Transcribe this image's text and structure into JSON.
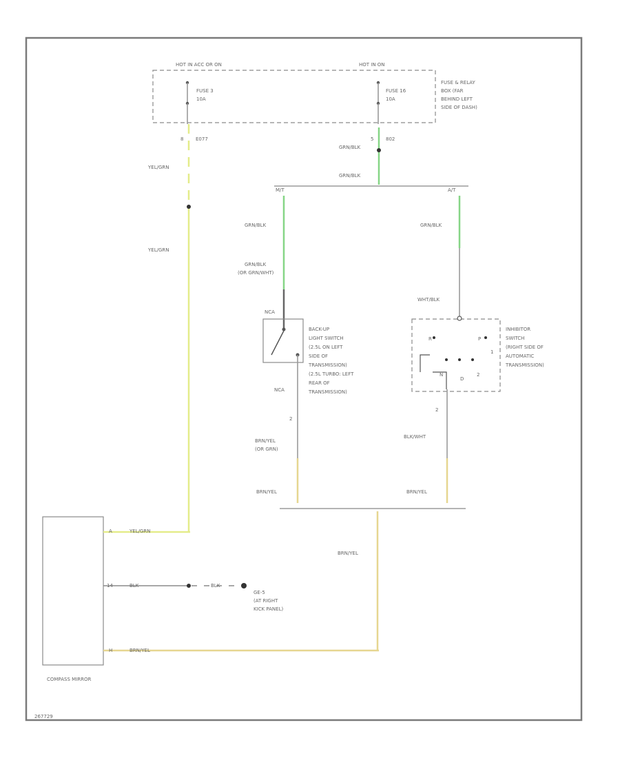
{
  "colors": {
    "yellow_green": "#e4ec8a",
    "green": "#86d586",
    "tan": "#e6d690",
    "gray": "#9a9a9a"
  },
  "fuse_box": {
    "left_source": "HOT IN ACC OR ON",
    "right_source": "HOT IN ON",
    "fuse_left": "FUSE 3",
    "fuse_left_amp": "10A",
    "fuse_right": "FUSE 16",
    "fuse_right_amp": "10A",
    "location": [
      "FUSE & RELAY",
      "BOX (FAR",
      "BEHIND LEFT",
      "SIDE OF DASH)"
    ]
  },
  "left_circuit": {
    "pin": "8",
    "circuit_no": "E077",
    "wire_color_1": "YEL/GRN",
    "wire_color_2": "YEL/GRN"
  },
  "right_circuit": {
    "pin": "5",
    "circuit_no": "802",
    "wire_upper": "GRN/BLK",
    "wire_split": "GRN/BLK",
    "branch_left_tag": "M/T",
    "branch_right_tag": "A/T",
    "left_wire": "GRN/BLK",
    "left_wire_alt_1": "GRN/BLK",
    "left_wire_alt_2": "(OR GRN/WHT)",
    "right_wire": "GRN/BLK",
    "right_wire_lower": "WHT/BLK"
  },
  "backup_switch": {
    "pin_top": "NCA",
    "pin_bottom": "NCA",
    "label": [
      "BACK-UP",
      "LIGHT SWITCH",
      "(2.5L ON LEFT",
      "SIDE OF",
      "TRANSMISSION)",
      "(2.5L TURBO: LEFT",
      "REAR OF",
      "TRANSMISSION)"
    ],
    "pin2": "2",
    "wire_out": "BRN/YEL",
    "wire_out_alt": "(OR GRN)",
    "wire_out_2": "BRN/YEL"
  },
  "inhibitor_switch": {
    "label": [
      "INHIBITOR",
      "SWITCH",
      "(RIGHT SIDE OF",
      "AUTOMATIC",
      "TRANSMISSION)"
    ],
    "gear_r": "R",
    "gear_p": "P",
    "gear_n": "N",
    "gear_d": "D",
    "gear_2": "2",
    "gear_1": "1",
    "pin": "2",
    "wire_out": "BLK/WHT",
    "wire_out_2": "BRN/YEL"
  },
  "splice": {
    "wire_down": "BRN/YEL"
  },
  "mirror": {
    "label": "COMPASS MIRROR",
    "pin_a": "A",
    "pin_a_wire": "YEL/GRN",
    "pin_b": "14",
    "pin_b_wire": "BLK",
    "pin_c": "H",
    "pin_c_wire": "BRN/YEL"
  },
  "ground": {
    "wire": "BLK",
    "id": "GE-5",
    "location": [
      "(AT RIGHT",
      "KICK PANEL)"
    ]
  },
  "footer_code": "267729"
}
